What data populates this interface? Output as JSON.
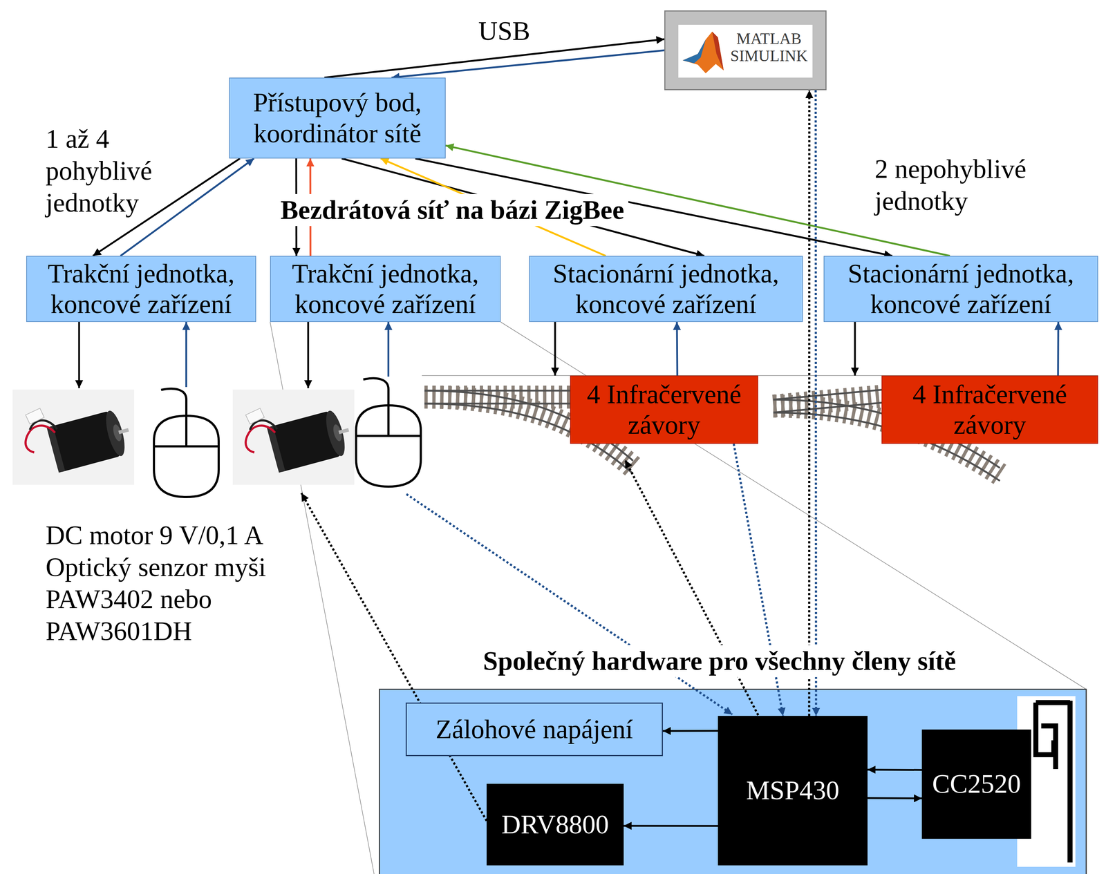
{
  "diagram": {
    "nodes": [
      {
        "text": [
          "MATLAB SIMULINK"
        ]
      },
      {
        "text": [
          "Přístupový bod, koordinátor sítě"
        ]
      },
      {
        "text": [
          "Trakční jednotka, koncové zařízení"
        ]
      },
      {
        "text": [
          "Trakční jednotka, koncové zařízení"
        ]
      },
      {
        "text": [
          "Stacionární jednotka, koncové zařízení"
        ]
      },
      {
        "text": [
          "Stacionární jednotka, koncové zařízení"
        ]
      },
      {
        "text": [
          "4 Infračervené závory"
        ]
      },
      {
        "text": [
          "4 Infračervené závory"
        ]
      },
      {
        "text": [
          "Společný hardware pro všechny členy sítě"
        ]
      },
      {
        "text": [
          "Zálohové napájení"
        ],
        "in": 8
      },
      {
        "text": [
          "DRV8800"
        ],
        "in": 8
      },
      {
        "text": [
          "MSP430"
        ],
        "in": 8
      },
      {
        "text": [
          "CC2520"
        ],
        "in": 8
      }
    ],
    "edges": [
      {
        "from": 1,
        "to": 0,
        "arrow": "to"
      },
      {
        "from": 0,
        "to": 1,
        "arrow": "to"
      },
      {
        "from": 1,
        "to": 2,
        "arrow": "to"
      },
      {
        "from": 2,
        "to": 1,
        "arrow": "to"
      },
      {
        "from": 1,
        "to": 3,
        "arrow": "to"
      },
      {
        "from": 3,
        "to": 1,
        "arrow": "to"
      },
      {
        "from": 1,
        "to": 4,
        "arrow": "to"
      },
      {
        "from": 4,
        "to": 1,
        "arrow": "to"
      },
      {
        "from": 1,
        "to": 5,
        "arrow": "to"
      },
      {
        "from": 5,
        "to": 1,
        "arrow": "to"
      },
      {
        "from": 6,
        "to": 4,
        "arrow": "to"
      },
      {
        "from": 7,
        "to": 5,
        "arrow": "to"
      },
      {
        "from": 6,
        "to": 11,
        "arrow": "to"
      },
      {
        "from": 11,
        "to": 0,
        "arrow": "to"
      },
      {
        "from": 0,
        "to": 11,
        "arrow": "to"
      },
      {
        "from": 11,
        "to": 9,
        "arrow": "to"
      },
      {
        "from": 11,
        "to": 10,
        "arrow": "to"
      },
      {
        "from": 12,
        "to": 11,
        "arrow": "to"
      },
      {
        "from": 11,
        "to": 12,
        "arrow": "to"
      }
    ],
    "labels": [
      "USB",
      "1 až 4 pohyblivé jednotky",
      "Bezdrátová síť na bázi ZigBee",
      "2 nepohyblivé jednotky",
      "DC motor 9 V/0,1 A",
      "Optický senzor myši PAW3402 nebo PAW3601DH"
    ]
  }
}
